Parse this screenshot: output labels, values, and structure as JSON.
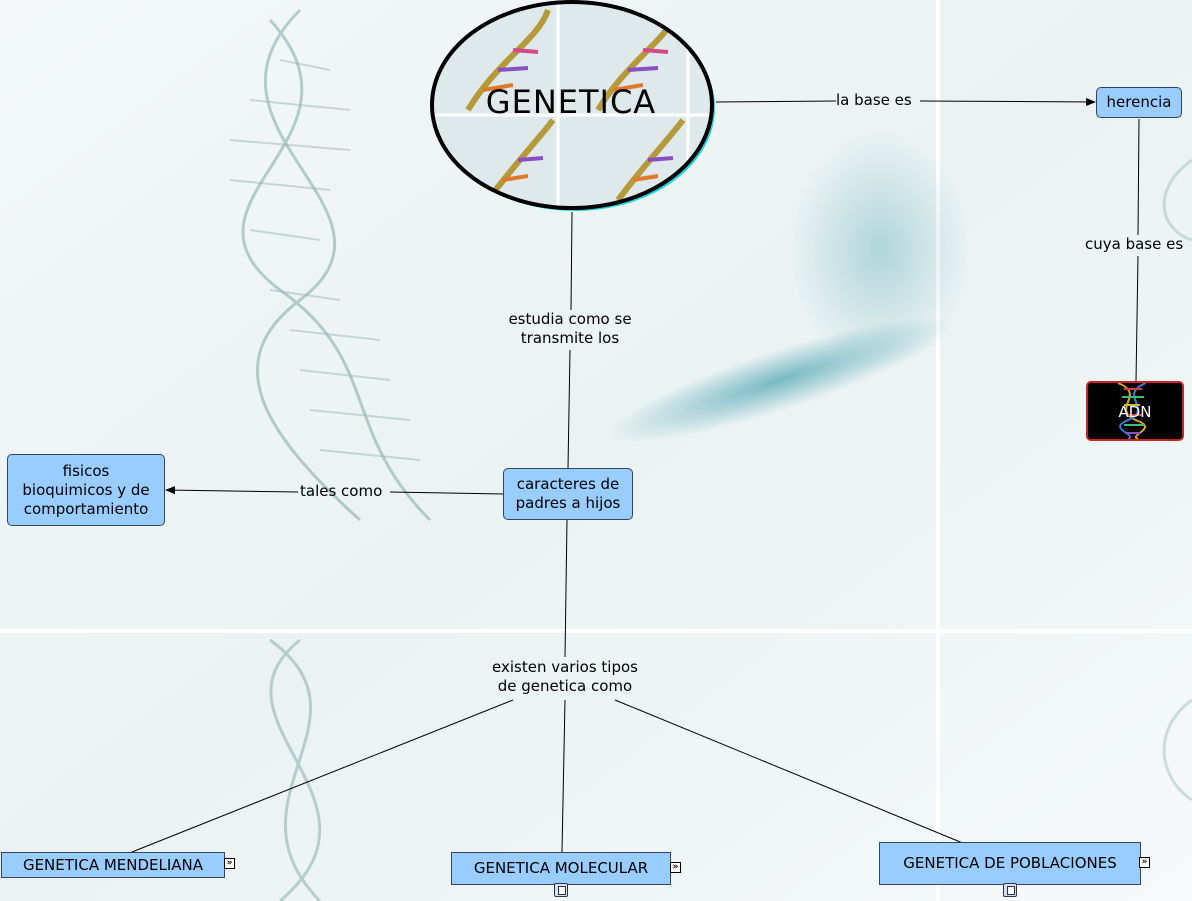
{
  "map": {
    "root": {
      "label": "GENETICA"
    },
    "nodes": {
      "herencia": "herencia",
      "adn": "ADN",
      "caracteres": [
        "caracteres de",
        "padres a hijos"
      ],
      "fisicos": [
        "fisicos",
        "bioquimicos y de",
        "comportamiento"
      ],
      "mendeliana": "GENETICA MENDELIANA",
      "molecular": "GENETICA MOLECULAR",
      "poblaciones": "GENETICA DE  POBLACIONES"
    },
    "links": {
      "la_base_es": "la base es",
      "cuya_base_es": "cuya base es",
      "estudia": [
        "estudia como se",
        "transmite los"
      ],
      "tales_como": "tales como",
      "existen": [
        "existen varios tipos",
        "de genetica como"
      ]
    }
  },
  "colors": {
    "node_fill": "#99ccff",
    "node_border": "#334466",
    "adn_border": "#cc2222",
    "background": "#eef4f4"
  }
}
